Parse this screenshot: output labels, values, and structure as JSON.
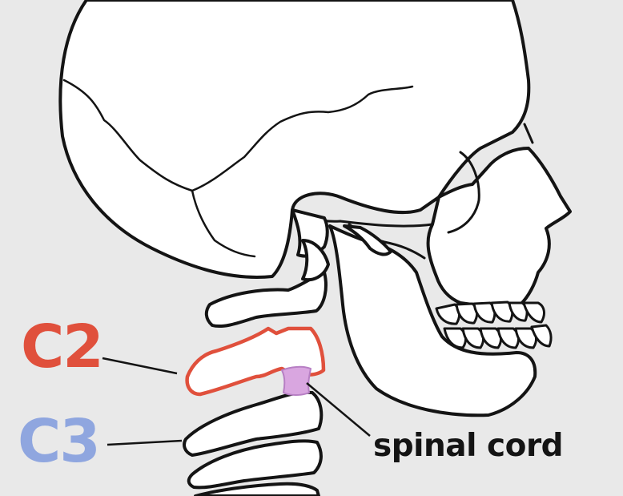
{
  "labels": {
    "c2": "C2",
    "c3": "C3",
    "spinal_cord": "spinal cord"
  },
  "colors": {
    "background": "#e9e9e9",
    "bone_fill": "#ffffff",
    "outline": "#141414",
    "c2_highlight": "#e0503c",
    "c3_highlight": "#8fa6df",
    "spinal_cord": "#d9a6e0",
    "label_text": "#141414"
  }
}
